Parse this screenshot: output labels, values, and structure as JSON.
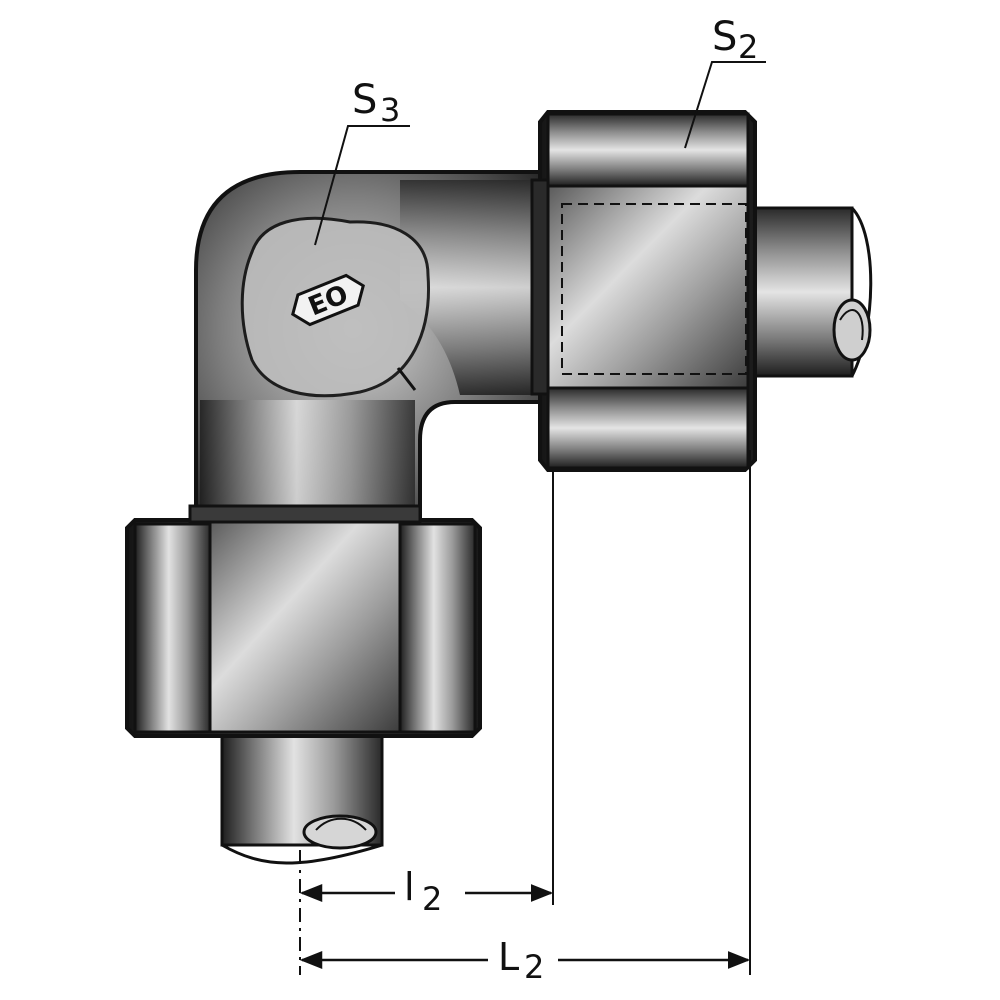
{
  "labels": {
    "s2_main": "S",
    "s2_sub": "2",
    "s3_main": "S",
    "s3_sub": "3",
    "l2_main": "l",
    "l2_sub": "2",
    "L2_main": "L",
    "L2_sub": "2"
  },
  "marking": {
    "text": "EO"
  },
  "colors": {
    "ink": "#111111",
    "metal_dark": "#3a3a3a",
    "metal_mid": "#8a8a8a",
    "metal_light": "#e6e6e6",
    "paper": "#ffffff"
  }
}
